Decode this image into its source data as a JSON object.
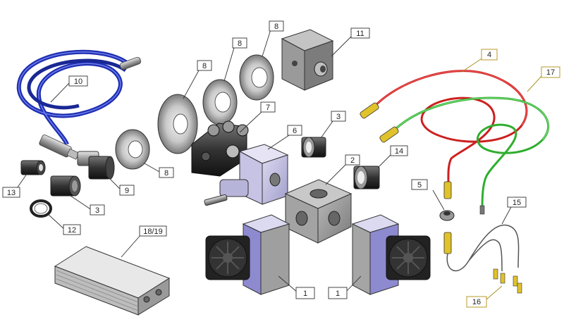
{
  "labels": {
    "l1a": "1",
    "l1b": "1",
    "l2": "2",
    "l3a": "3",
    "l3b": "3",
    "l4": "4",
    "l5": "5",
    "l6": "6",
    "l7": "7",
    "l8a": "8",
    "l8b": "8",
    "l8c": "8",
    "l8d": "8",
    "l9": "9",
    "l10": "10",
    "l11": "11",
    "l12": "12",
    "l13": "13",
    "l14": "14",
    "l15": "15",
    "l16": "16",
    "l17": "17",
    "l1819": "18/19"
  },
  "colors": {
    "fiber_blue": "#1f2fb0",
    "fiber_red": "#cc2020",
    "fiber_green": "#2fae2f",
    "housing_lavender": "#b7b4da",
    "housing_gray": "#8e8e8e",
    "label_yellow_border": "#b79a2a"
  }
}
